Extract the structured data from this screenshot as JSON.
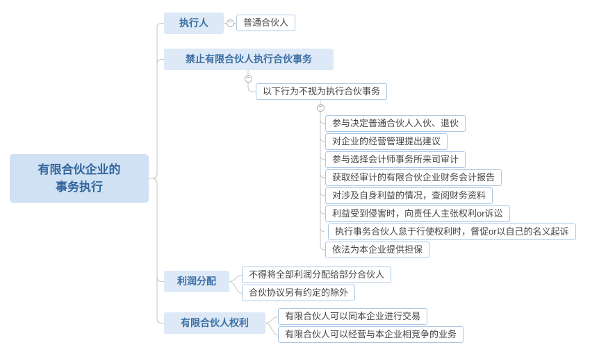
{
  "root": {
    "line1": "有限合伙企业的",
    "line2": "事务执行"
  },
  "nodes": {
    "executor": {
      "label": "执行人"
    },
    "general_partner": {
      "label": "普通合伙人"
    },
    "prohibit": {
      "label": "禁止有限合伙人执行合伙事务"
    },
    "not_deemed": {
      "label": "以下行为不视为执行合伙事务"
    },
    "acts": [
      "参与决定普通合伙人入伙、退伙",
      "对企业的经营管理提出建议",
      "参与选择会计师事务所来司审计",
      "获取经审计的有限合伙企业财务会计报告",
      "对涉及自身利益的情况，查阅财务资料",
      "利益受到侵害时，向责任人主张权利or诉讼",
      "执行事务合伙人怠于行使权利时，督促or以自己的名义起诉",
      "依法为本企业提供担保"
    ],
    "profit": {
      "label": "利润分配"
    },
    "profit_rules": [
      "不得将全部利润分配给部分合伙人",
      "合伙协议另有约定的除外"
    ],
    "rights": {
      "label": "有限合伙人权利"
    },
    "rights_items": [
      "有限合伙人可以同本企业进行交易",
      "有限合伙人可以经营与本企业相竞争的业务"
    ]
  },
  "icons": {
    "collapse_glyph": "−"
  },
  "colors": {
    "root_fill": "#cfe1f3",
    "root_text": "#33659c",
    "branch_fill": "#dde9f6",
    "branch_text": "#3a6fa5",
    "leaf_border": "#a9c7e4",
    "leaf_text": "#444444",
    "connector": "#c6c6c6"
  }
}
